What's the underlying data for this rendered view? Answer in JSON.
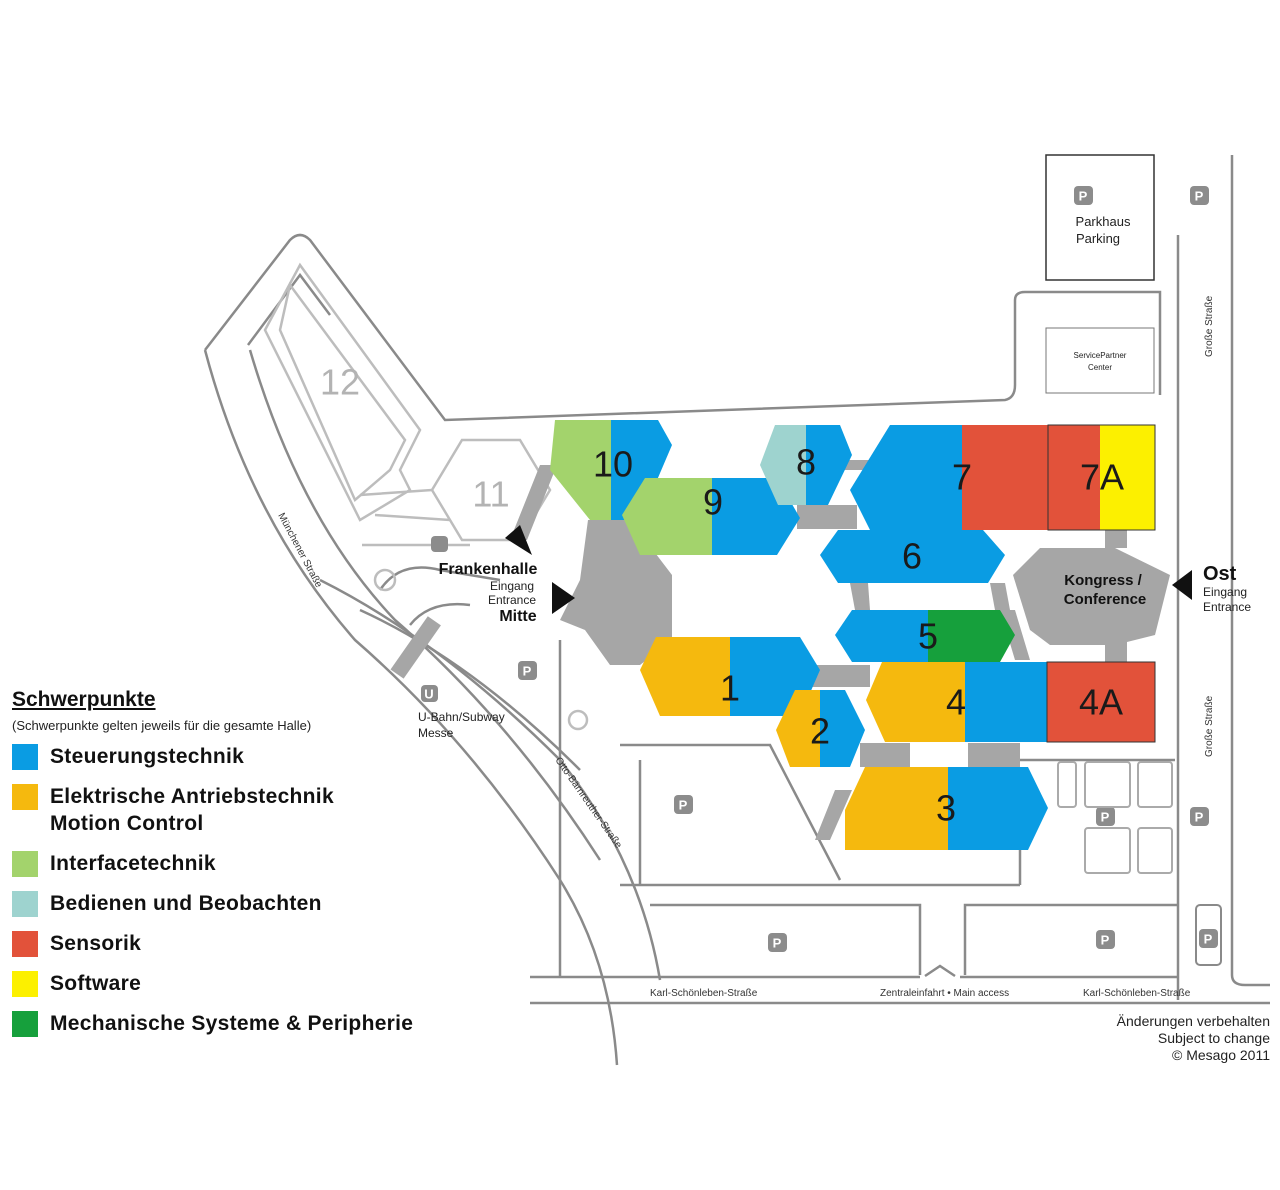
{
  "legend": {
    "title": "Schwerpunkte",
    "note": "(Schwerpunkte gelten jeweils für die gesamte Halle)",
    "items": [
      {
        "label": "Steuerungstechnik",
        "color": "#0a9ce3"
      },
      {
        "label": "Elektrische Antriebstechnik",
        "label2": "Motion Control",
        "color": "#f5b90e"
      },
      {
        "label": "Interfacetechnik",
        "color": "#a3d36c"
      },
      {
        "label": "Bedienen und Beobachten",
        "color": "#9ed3cf"
      },
      {
        "label": "Sensorik",
        "color": "#e2523a"
      },
      {
        "label": "Software",
        "color": "#fcf000"
      },
      {
        "label": "Mechanische Systeme & Peripherie",
        "color": "#16a03c"
      }
    ]
  },
  "halls": {
    "h1": "1",
    "h2": "2",
    "h3": "3",
    "h4": "4",
    "h4a": "4A",
    "h5": "5",
    "h6": "6",
    "h7": "7",
    "h7a": "7A",
    "h8": "8",
    "h9": "9",
    "h10": "10",
    "h11": "11",
    "h12": "12"
  },
  "places": {
    "parkhaus": "Parkhaus",
    "parking": "Parking",
    "servicepartner": "ServicePartner",
    "center": "Center",
    "kongress": "Kongress /",
    "conference": "Conference",
    "frankenhalle": "Frankenhalle",
    "ubahn": "U-Bahn/Subway",
    "messe": "Messe",
    "u_sign": "U",
    "p_sign": "P"
  },
  "entrances": {
    "ost": "Ost",
    "ost_eingang": "Eingang",
    "ost_entrance": "Entrance",
    "mitte": "Mitte",
    "mitte_eingang": "Eingang",
    "mitte_entrance": "Entrance"
  },
  "streets": {
    "grosse1": "Große Straße",
    "grosse2": "Große Straße",
    "muenchener": "Münchener Straße",
    "otto": "Otto-Bärnreuther-Straße",
    "karl1": "Karl-Schönleben-Straße",
    "karl2": "Karl-Schönleben-Straße",
    "zentral": "Zentraleinfahrt • Main access"
  },
  "notes": {
    "line1": "Änderungen verbehalten",
    "line2": "Subject to change",
    "line3": "© Mesago 2011"
  }
}
